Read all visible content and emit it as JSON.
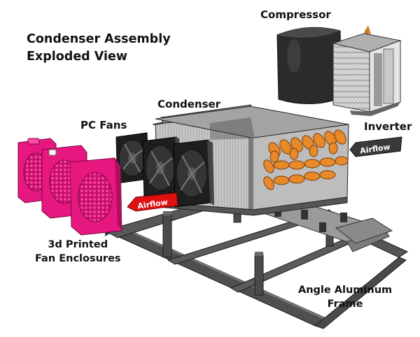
{
  "title": {
    "line1": "Condenser Assembly",
    "line2": "Exploded View"
  },
  "labels": {
    "compressor": "Compressor",
    "condenser": "Condenser",
    "pc_fans": "PC Fans",
    "inverter": "Inverter",
    "enclosures_line1": "3d Printed",
    "enclosures_line2": "Fan Enclosures",
    "frame_line1": "Angle Aluminum",
    "frame_line2": "Frame"
  },
  "airflow": {
    "intake": "Airflow",
    "exhaust": "Airflow"
  },
  "colors": {
    "enclosure": "#e6177e",
    "copper_coils": "#e8892a",
    "airflow_intake": "#3a3a3a",
    "airflow_exhaust": "#e01010",
    "frame": "#4a4a4a",
    "condenser_fins": "#b7b7b7",
    "compressor": "#2b2b2b"
  }
}
